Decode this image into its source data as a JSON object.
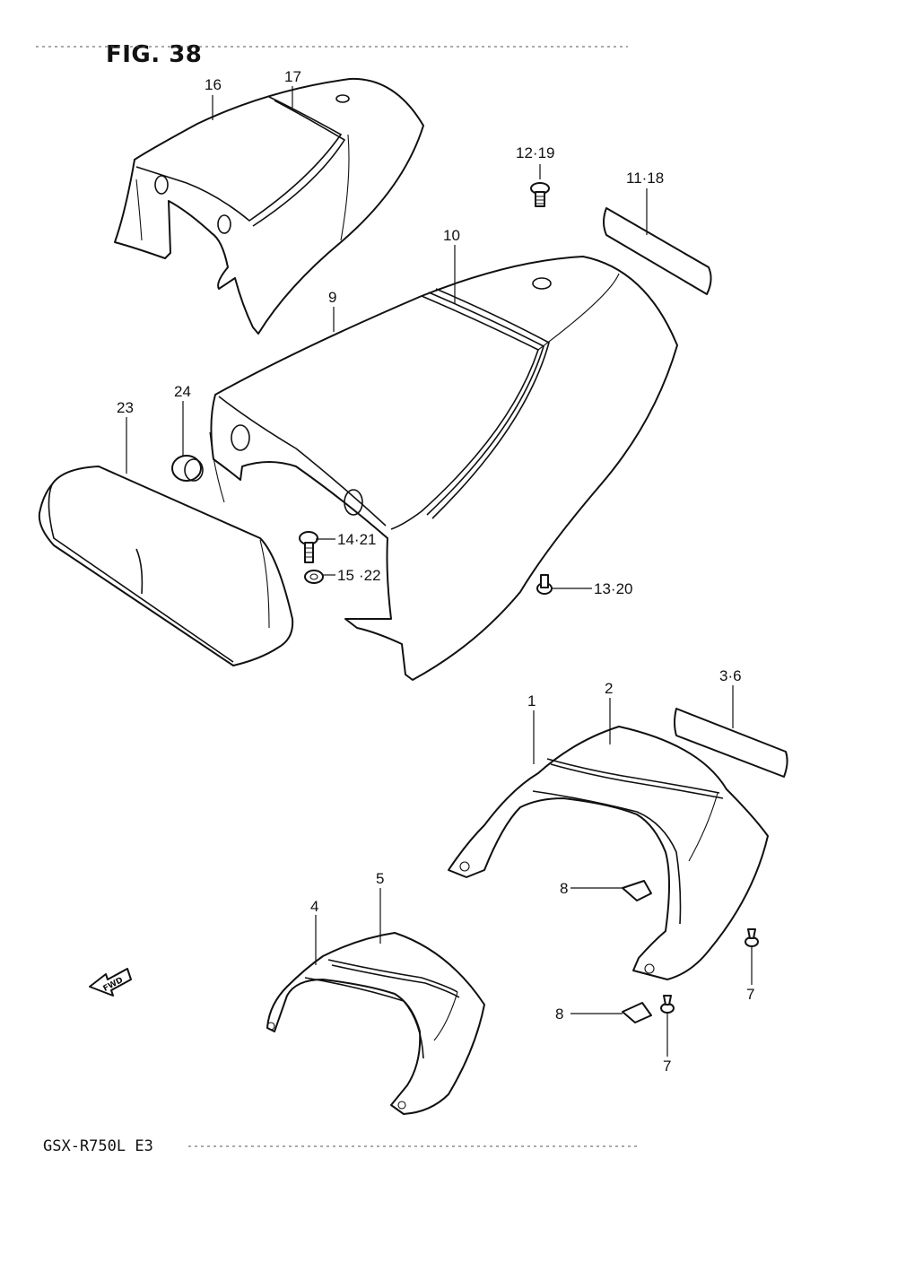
{
  "figure": {
    "title": "FIG. 38",
    "model": "GSX-R750L  E3"
  },
  "fwd_icon": {
    "label": "FWD",
    "icon": "forward-arrow-icon"
  },
  "callouts": {
    "c1": "1",
    "c2": "2",
    "c3_6": "3·6",
    "c4": "4",
    "c5": "5",
    "c7a": "7",
    "c7b": "7",
    "c8a": "8",
    "c8b": "8",
    "c9": "9",
    "c10": "10",
    "c11_18": "11·18",
    "c12_19": "12·19",
    "c13_20": "13·20",
    "c14_21": "14·21",
    "c15": "15",
    "c22": "·22",
    "c16": "16",
    "c17": "17",
    "c23": "23",
    "c24": "24"
  }
}
